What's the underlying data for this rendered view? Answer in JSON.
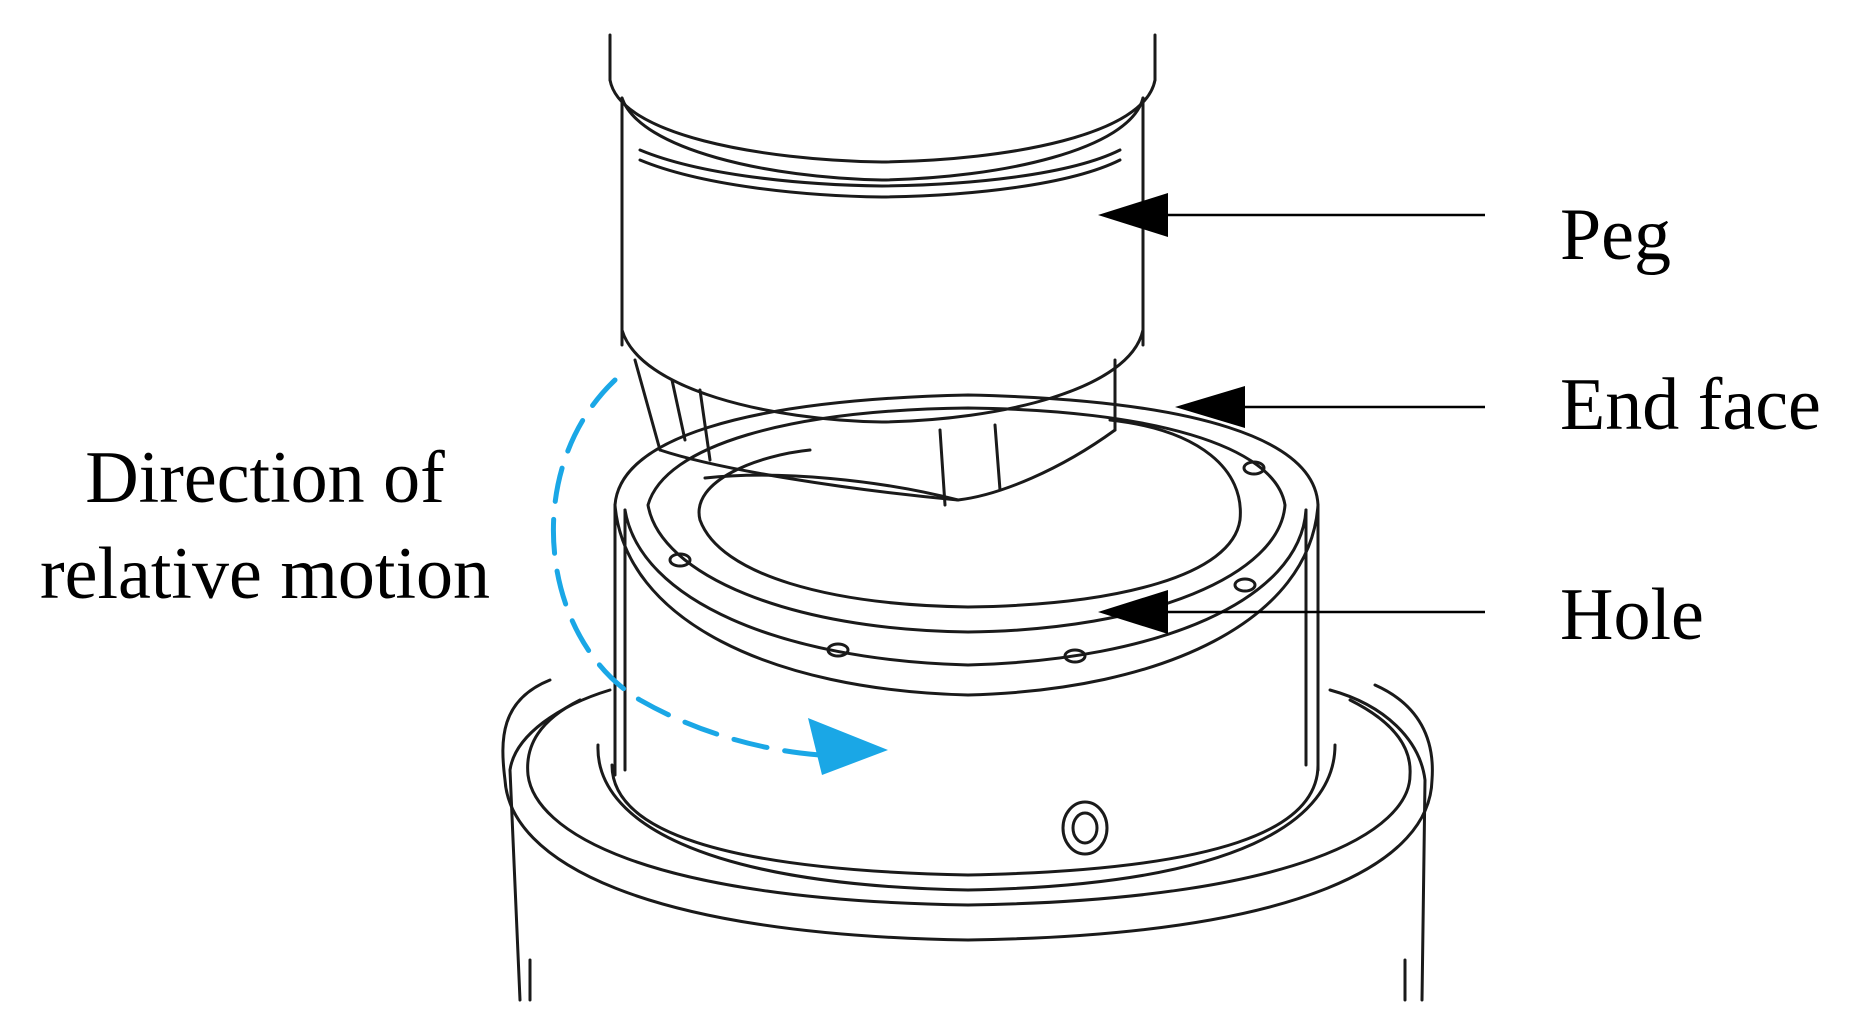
{
  "labels": {
    "peg": "Peg",
    "end_face": "End face",
    "hole": "Hole",
    "direction_line1": "Direction of",
    "direction_line2": "relative motion"
  },
  "colors": {
    "ink": "#1a1a1a",
    "motion_arrow": "#1aa7e6",
    "background": "#ffffff"
  }
}
